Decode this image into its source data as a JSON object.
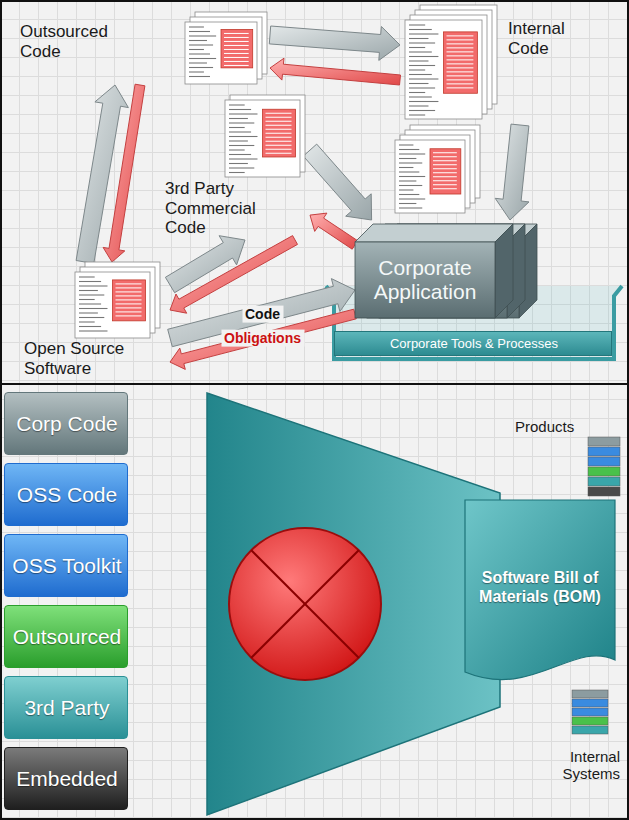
{
  "diagram": {
    "nodes": [
      {
        "text": [
          "Outsourced Code"
        ]
      },
      {
        "text": [
          "Internal Code"
        ]
      },
      {
        "text": [
          "3rd Party Commercial Code"
        ]
      },
      {
        "text": [
          "Open Source Software"
        ]
      },
      {
        "text": [
          "Corporate Application"
        ]
      },
      {
        "text": [
          "Corporate Tools & Processes"
        ]
      },
      {
        "text": [
          "Corp Code"
        ]
      },
      {
        "text": [
          "OSS Code"
        ]
      },
      {
        "text": [
          "OSS Toolkit"
        ]
      },
      {
        "text": [
          "Outsourced"
        ]
      },
      {
        "text": [
          "3rd Party"
        ]
      },
      {
        "text": [
          "Embedded"
        ]
      },
      {
        "text": [
          "Software Bill of Materials (BOM)"
        ]
      }
    ],
    "edges": [
      {
        "from": 3,
        "to": 0,
        "arrow": "to"
      },
      {
        "from": 0,
        "to": 3,
        "arrow": "to"
      },
      {
        "from": 0,
        "to": 1,
        "arrow": "to"
      },
      {
        "from": 1,
        "to": 0,
        "arrow": "to"
      },
      {
        "from": 2,
        "to": 4,
        "arrow": "to"
      },
      {
        "from": 4,
        "to": 2,
        "arrow": "to"
      },
      {
        "from": 1,
        "to": 4,
        "arrow": "to"
      },
      {
        "from": 3,
        "to": 2,
        "arrow": "to"
      },
      {
        "from": 2,
        "to": 3,
        "arrow": "to"
      },
      {
        "from": 3,
        "to": 4,
        "label": "Code",
        "arrow": "to"
      },
      {
        "from": 4,
        "to": 3,
        "label": "Obligations",
        "arrow": "to"
      }
    ],
    "labels": [
      "Products",
      "Internal Systems"
    ]
  }
}
